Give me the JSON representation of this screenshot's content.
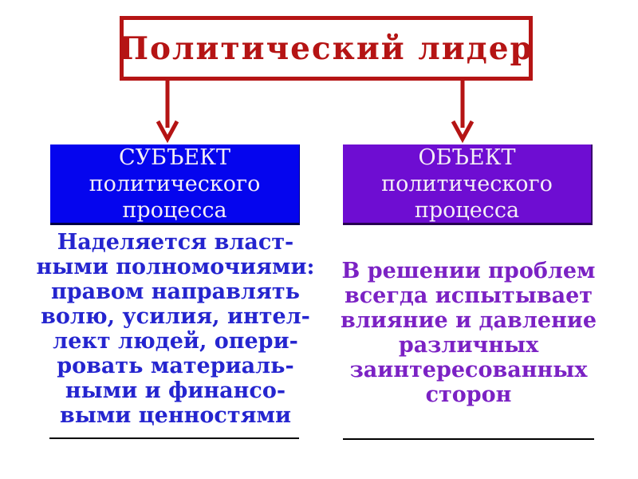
{
  "title": "Политический лидер",
  "colors": {
    "dark_red": "#B51414",
    "subject_box_bg": "#0505EE",
    "object_box_bg": "#6E0DD2",
    "subject_text": "#2525CF",
    "object_text": "#7B22C4",
    "box_header_text": "#F4EEF6",
    "underline": "#000000"
  },
  "columns": [
    {
      "header_lines": [
        "СУБЪЕКТ",
        "политического",
        "процесса"
      ],
      "body_lines": [
        "Наделяется власт-",
        "ными полномочиями:",
        "правом направлять",
        "волю, усилия, интел-",
        "лект людей, опери-",
        "ровать материаль-",
        "ными и финансо-",
        "выми ценностями"
      ]
    },
    {
      "header_lines": [
        "ОБЪЕКТ",
        "политического",
        "процесса"
      ],
      "body_lines": [
        "В решении проблем",
        "всегда испытывает",
        "влияние и давление",
        "различных",
        "заинтересованных",
        "сторон"
      ]
    }
  ]
}
